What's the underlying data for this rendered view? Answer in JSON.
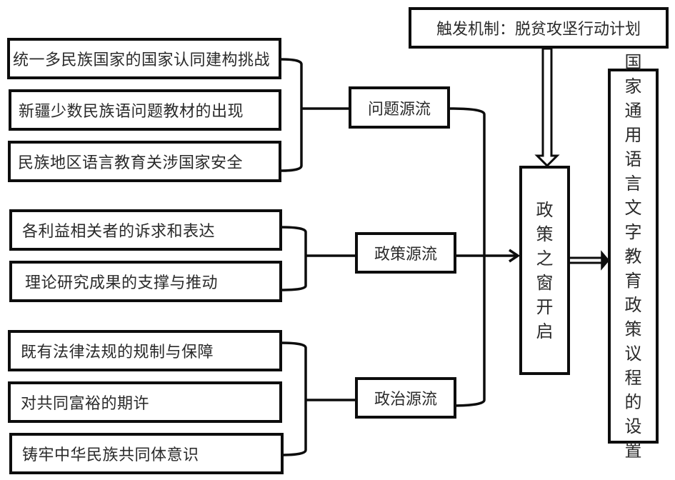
{
  "diagram": {
    "trigger": {
      "label": "触发机制：脱贫攻坚行动计划"
    },
    "problem_stream": {
      "label": "问题源流",
      "items": [
        "统一多民族国家的国家认同建构挑战",
        "新疆少数民族语问题教材的出现",
        "民族地区语言教育关涉国家安全"
      ]
    },
    "policy_stream": {
      "label": "政策源流",
      "items": [
        "各利益相关者的诉求和表达",
        "理论研究成果的支撑与推动"
      ]
    },
    "politics_stream": {
      "label": "政治源流",
      "items": [
        "既有法律法规的规制与保障",
        "对共同富裕的期许",
        "铸牢中华民族共同体意识"
      ]
    },
    "policy_window": {
      "label": "政策之窗开启"
    },
    "outcome": {
      "label": "国家通用语言文字教育政策议程的设置"
    }
  }
}
